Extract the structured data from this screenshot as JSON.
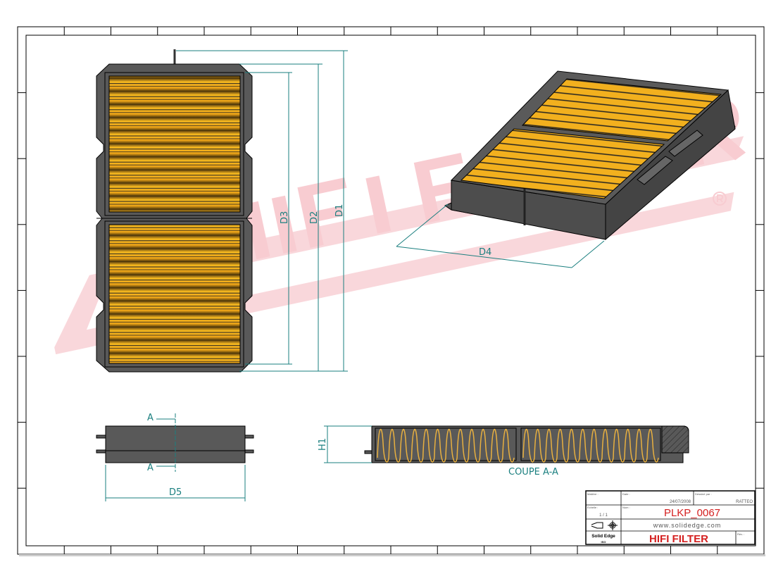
{
  "drawing": {
    "dimensions": {
      "d1": "D1",
      "d2": "D2",
      "d3": "D3",
      "d4": "D4",
      "d5": "D5",
      "h1": "H1"
    },
    "section_marker": "A",
    "section_title": "COUPE A-A",
    "watermark": {
      "text": "HIFI FILTER",
      "registered": "®"
    }
  },
  "title_block": {
    "material_label": "Matière :",
    "date_label": "Date :",
    "date": "24/07/2008",
    "drawn_by_label": "Dessiné par :",
    "drawn_by": "RATTEO",
    "scale_label": "Echelle :",
    "scale": "1 / 1",
    "name_label": "Nom :",
    "part_number": "PLKP_0067",
    "website": "www.solidedge.com",
    "software": "Solid Edge",
    "software_sub": "ISO",
    "company": "HIFI FILTER",
    "revision_label": "Rév. :"
  },
  "colors": {
    "accent": "#1a7f7f",
    "brand": "#d42020",
    "media": "#f2b01e",
    "frame": "#595959"
  }
}
